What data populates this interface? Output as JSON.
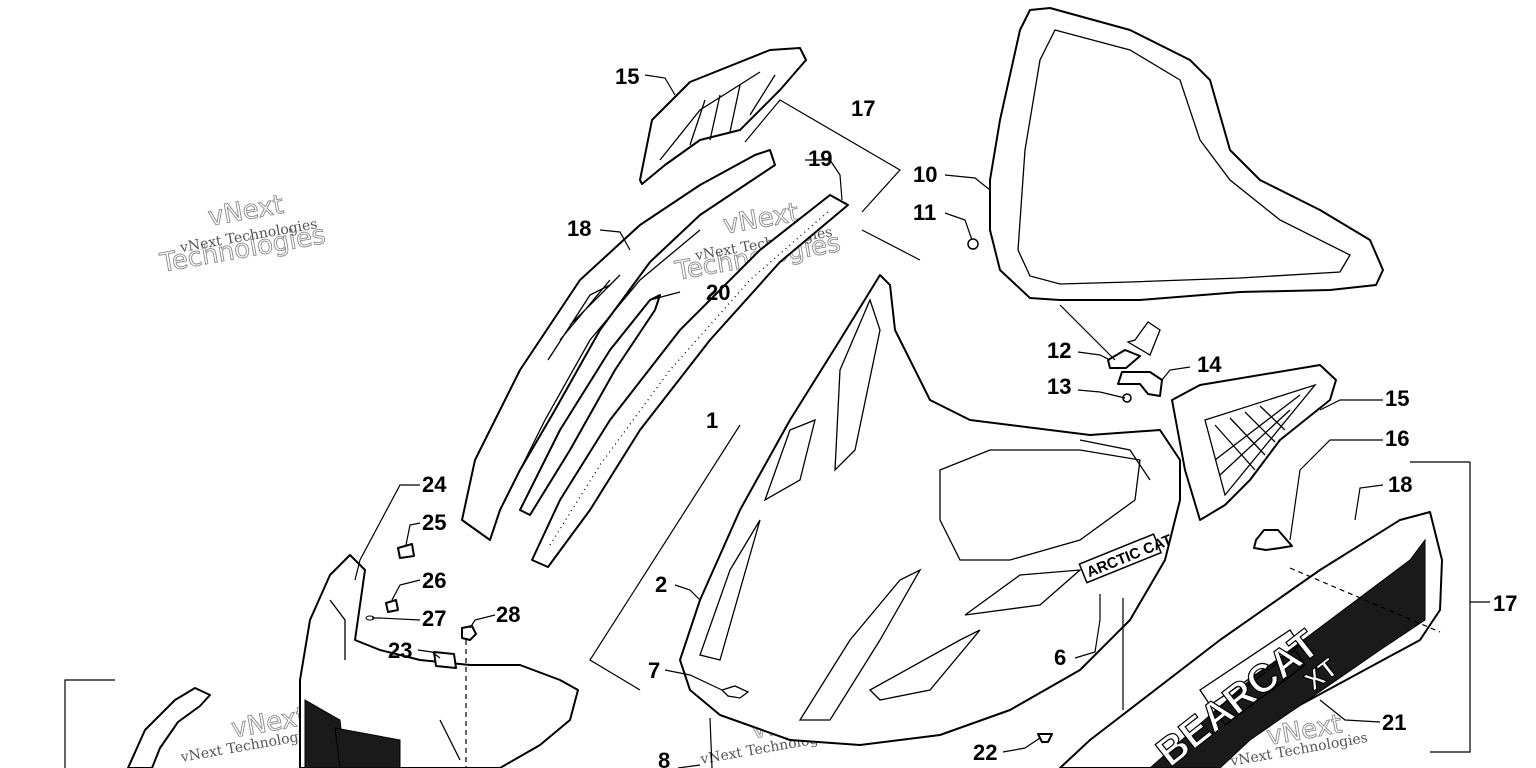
{
  "callouts": {
    "c1": "1",
    "c2": "2",
    "c6": "6",
    "c7": "7",
    "c8": "8",
    "c10": "10",
    "c11": "11",
    "c12": "12",
    "c13": "13",
    "c14": "14",
    "c15a": "15",
    "c15b": "15",
    "c16": "16",
    "c17a": "17",
    "c17b": "17",
    "c18a": "18",
    "c18b": "18",
    "c19": "19",
    "c20": "20",
    "c21": "21",
    "c22": "22",
    "c23": "23",
    "c24": "24",
    "c25": "25",
    "c26": "26",
    "c27": "27",
    "c28": "28"
  },
  "watermark": {
    "line1": "vNext Technologies",
    "outline_word1": "vNext",
    "outline_word2": "Technologies"
  },
  "decals": {
    "hood_logo": "ARCTIC CAT",
    "side_logo": "BEARCAT",
    "side_model": "XT"
  }
}
